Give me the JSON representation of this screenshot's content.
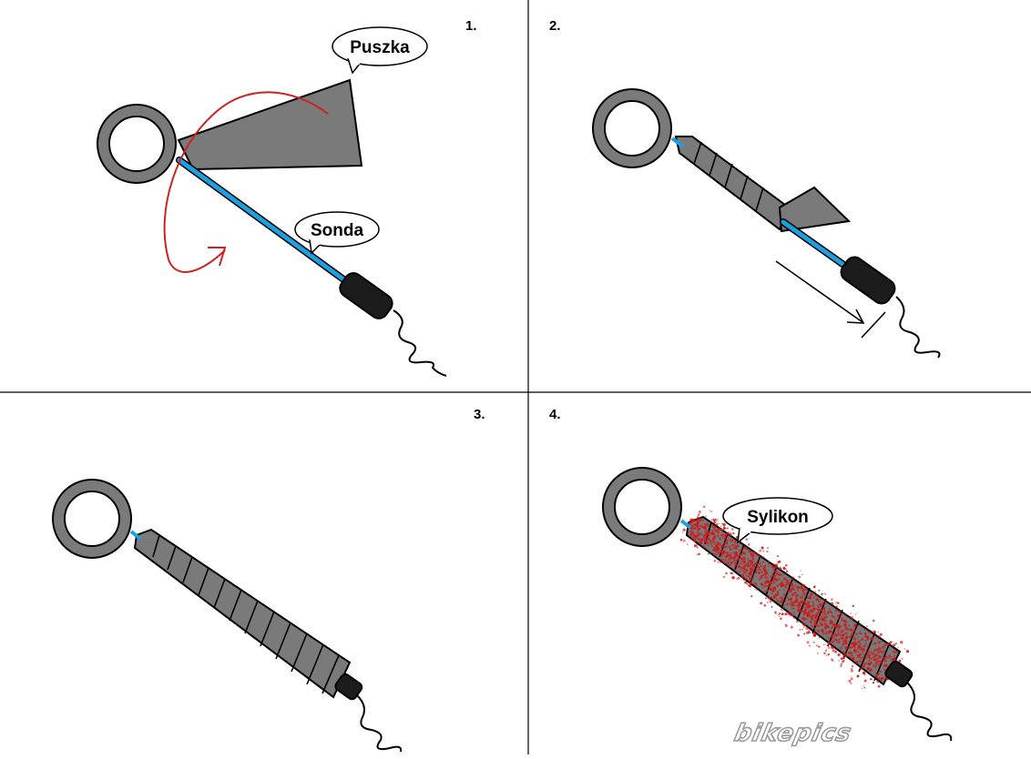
{
  "panels": [
    {
      "number": "1."
    },
    {
      "number": "2."
    },
    {
      "number": "3."
    },
    {
      "number": "4."
    }
  ],
  "labels": {
    "can": "Puszka",
    "probe": "Sonda",
    "silicone": "Sylikon"
  },
  "watermark": "bikepics",
  "colors": {
    "metal": "#7a7a7a",
    "outline": "#000000",
    "probe": "#1ea0e0",
    "arrow": "#cc2222",
    "silicone": "#d01818"
  }
}
